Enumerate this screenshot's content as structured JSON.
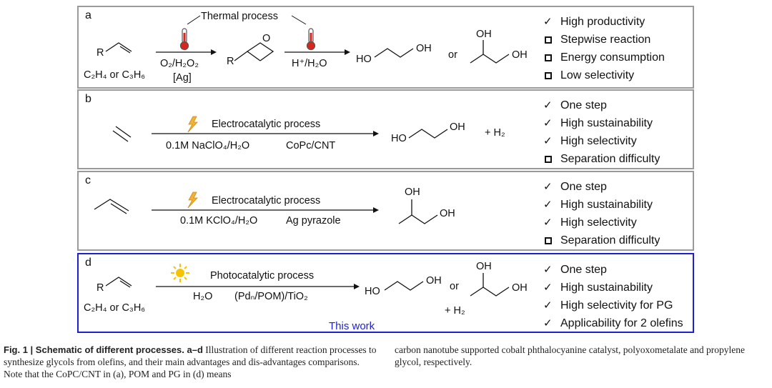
{
  "panels": {
    "a": {
      "letter": "a",
      "thermal_label": "Thermal process",
      "reactant_r": "R",
      "reactant_sub": "C₂H₄ or C₃H₆",
      "step1_top": "",
      "step1_bottom1": "O₂/H₂O₂",
      "step1_bottom2": "[Ag]",
      "epoxide_r": "R",
      "epoxide_o": "O",
      "step2_bottom": "H⁺/H₂O",
      "eg_ho": "HO",
      "eg_oh": "OH",
      "or": "or",
      "pg_oh_top": "OH",
      "pg_oh_right": "OH",
      "features": [
        {
          "mark": "check",
          "text": "High productivity"
        },
        {
          "mark": "box",
          "text": "Stepwise reaction"
        },
        {
          "mark": "box",
          "text": "Energy consumption"
        },
        {
          "mark": "box",
          "text": "Low selectivity"
        }
      ]
    },
    "b": {
      "letter": "b",
      "process": "Electrocatalytic process",
      "conditions_left": "0.1M NaClO₄/H₂O",
      "conditions_right": "CoPc/CNT",
      "eg_ho": "HO",
      "eg_oh": "OH",
      "h2": "+ H₂",
      "features": [
        {
          "mark": "check",
          "text": "One step"
        },
        {
          "mark": "check",
          "text": "High sustainability"
        },
        {
          "mark": "check",
          "text": "High selectivity"
        },
        {
          "mark": "box",
          "text": "Separation difficulty"
        }
      ]
    },
    "c": {
      "letter": "c",
      "process": "Electrocatalytic process",
      "conditions_left": "0.1M KClO₄/H₂O",
      "conditions_right": "Ag pyrazole",
      "pg_oh_top": "OH",
      "pg_oh_right": "OH",
      "features": [
        {
          "mark": "check",
          "text": "One step"
        },
        {
          "mark": "check",
          "text": "High sustainability"
        },
        {
          "mark": "check",
          "text": "High selectivity"
        },
        {
          "mark": "box",
          "text": "Separation difficulty"
        }
      ]
    },
    "d": {
      "letter": "d",
      "reactant_r": "R",
      "reactant_sub": "C₂H₄ or C₃H₆",
      "process": "Photocatalytic process",
      "conditions_left": "H₂O",
      "conditions_right": "(Pdₙ/POM)/TiO₂",
      "eg_ho": "HO",
      "eg_oh": "OH",
      "or": "or",
      "pg_oh_top": "OH",
      "pg_oh_right": "OH",
      "h2": "+ H₂",
      "this_work": "This work",
      "features": [
        {
          "mark": "check",
          "text": "One step"
        },
        {
          "mark": "check",
          "text": "High sustainability"
        },
        {
          "mark": "check",
          "text": "High selectivity for PG"
        },
        {
          "mark": "check",
          "text": "Applicability for 2 olefins"
        }
      ]
    }
  },
  "marks": {
    "check": "✓"
  },
  "caption": {
    "label": "Fig. 1 | Schematic of different processes. a–d",
    "left_text": "Illustration of different reaction processes to synthesize glycols from olefins, and their main advantages and dis-advantages comparisons. Note that the CoPC/CNT in (a), POM and PG in (d) means",
    "right_text": "carbon nanotube supported cobalt phthalocyanine catalyst, polyoxometalate and propylene glycol, respectively."
  },
  "colors": {
    "panel_border": "#9a9a9a",
    "highlight_border": "#1f1fd0",
    "thermometer": "#d9261c",
    "bolt": "#f2b233",
    "sun": "#f5c400"
  }
}
